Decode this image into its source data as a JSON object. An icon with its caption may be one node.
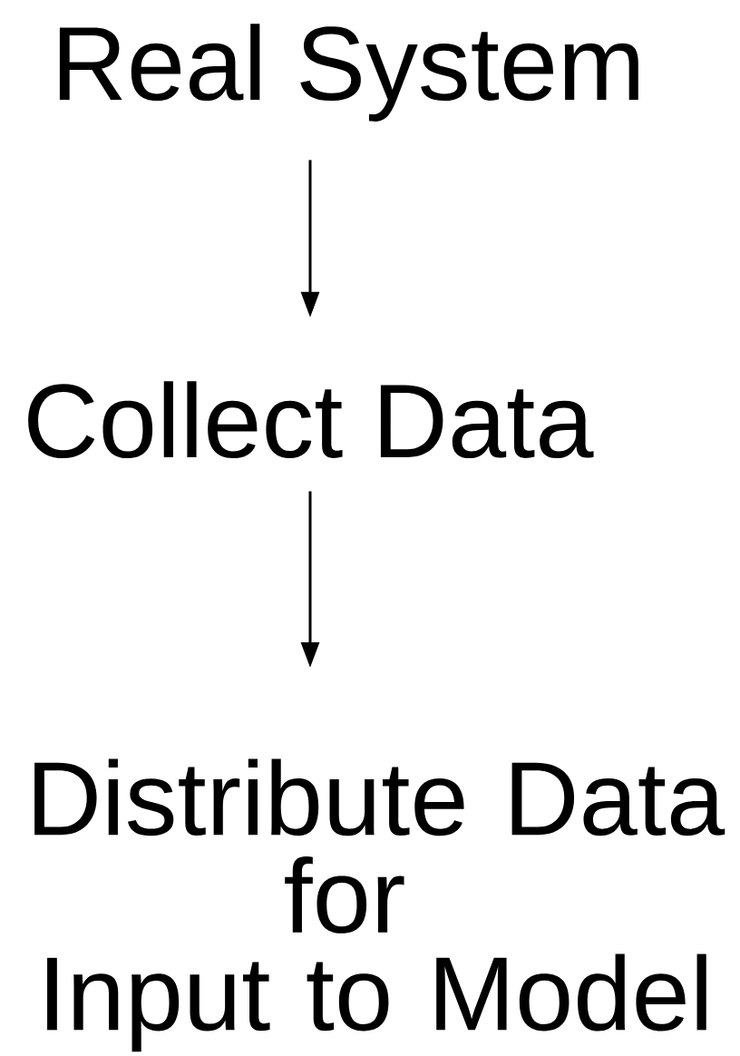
{
  "diagram": {
    "nodes": [
      {
        "text": [
          "Real System"
        ]
      },
      {
        "text": [
          "Collect Data"
        ]
      },
      {
        "text": [
          "Distribute Data for Input to Model"
        ]
      }
    ],
    "edges": [
      {
        "from": 0,
        "to": 1,
        "arrow": "to"
      },
      {
        "from": 1,
        "to": 2,
        "arrow": "to"
      }
    ]
  }
}
